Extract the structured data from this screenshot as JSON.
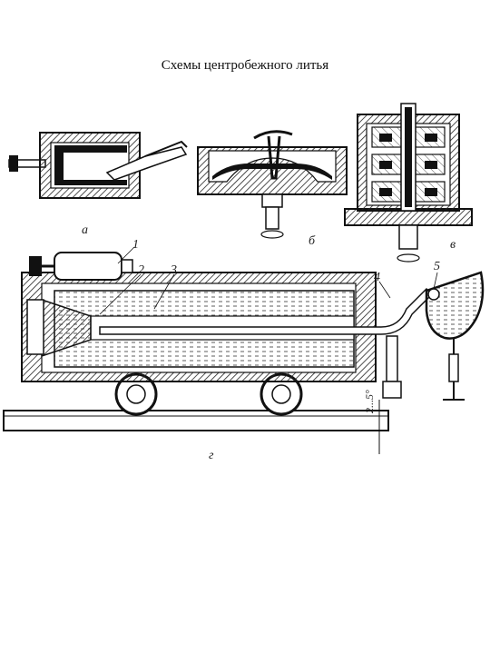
{
  "title": "Схемы центробежного литья",
  "schemes": {
    "a": "а",
    "b": "б",
    "v": "в",
    "g": "г"
  },
  "callouts": [
    "1",
    "2",
    "3",
    "4",
    "5"
  ],
  "angle": "2...5°"
}
